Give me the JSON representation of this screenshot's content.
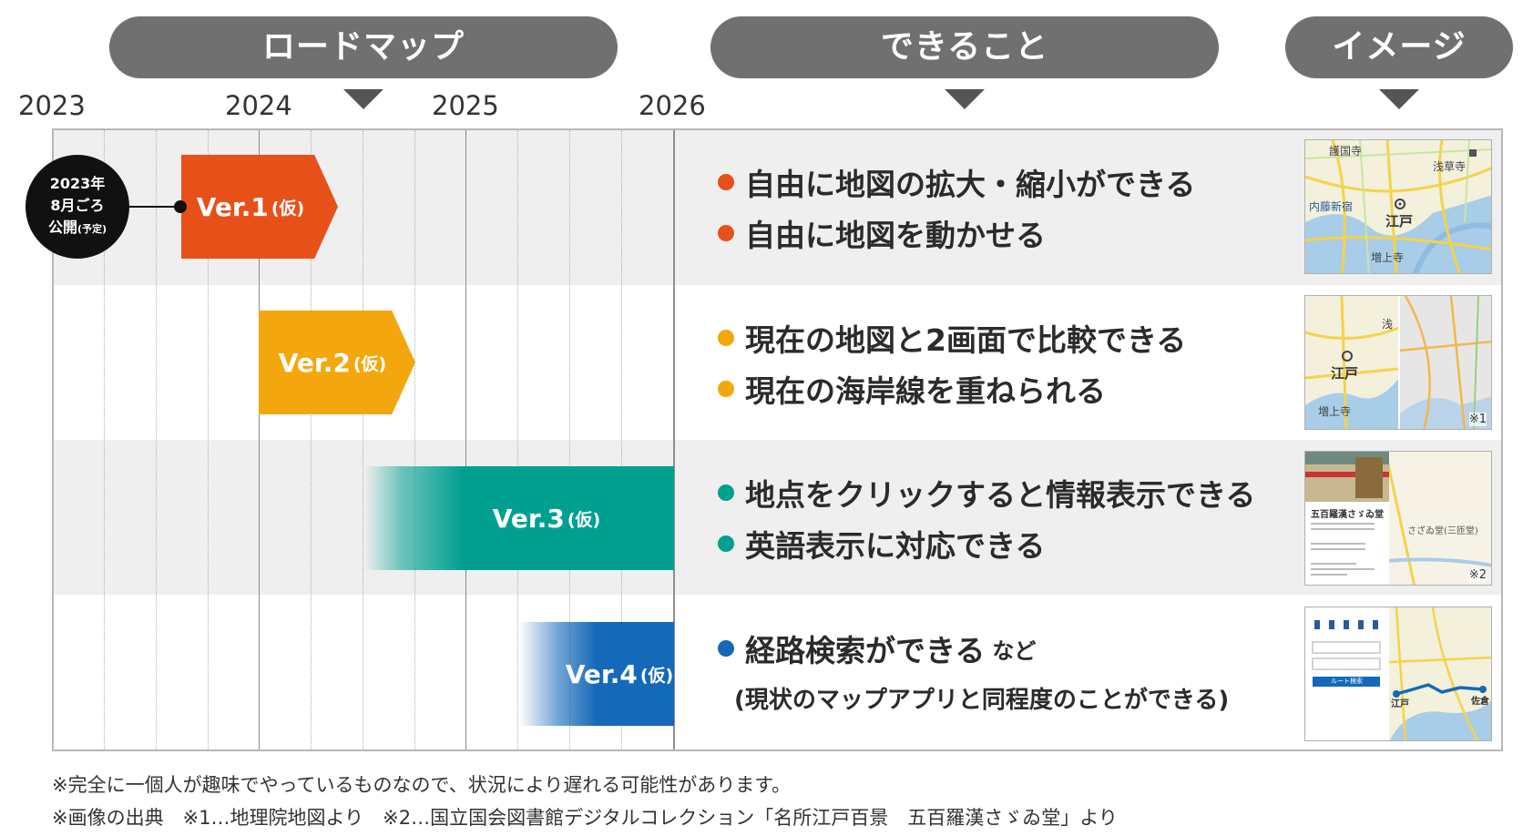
{
  "headers": {
    "roadmap": "ロードマップ",
    "features": "できること",
    "image": "イメージ"
  },
  "years": [
    "2023",
    "2024",
    "2025",
    "2026"
  ],
  "release": {
    "line1": "2023年",
    "line2": "8月ごろ",
    "line3": "公開",
    "tentative": "(予定)"
  },
  "versions": [
    {
      "name": "Ver.1",
      "suffix": "(仮)",
      "color": "#e8501a"
    },
    {
      "name": "Ver.2",
      "suffix": "(仮)",
      "color": "#f4a70d"
    },
    {
      "name": "Ver.3",
      "suffix": "(仮)",
      "color": "#00a091"
    },
    {
      "name": "Ver.4",
      "suffix": "(仮)",
      "color": "#1469b9"
    }
  ],
  "features": {
    "v1": [
      "自由に地図の拡大・縮小ができる",
      "自由に地図を動かせる"
    ],
    "v2": [
      "現在の地図と2画面で比較できる",
      "現在の海岸線を重ねられる"
    ],
    "v3": [
      "地点をクリックすると情報表示できる",
      "英語表示に対応できる"
    ],
    "v4": [
      "経路検索ができる"
    ],
    "v4_suffix": "など",
    "v4_note": "(現状のマップアプリと同程度のことができる)"
  },
  "thumbnails": {
    "t1": {
      "labels": [
        "護国寺",
        "浅草寺",
        "内藤新宿",
        "江戸",
        "増上寺"
      ]
    },
    "t2": {
      "labels": [
        "江戸",
        "増上寺",
        "浅"
      ],
      "note": "※1"
    },
    "t3": {
      "title": "五百羅漢さゞゐ堂",
      "map_label": "さざゐ堂(三匝堂)",
      "note": "※2"
    },
    "t4": {
      "button": "ルート検索",
      "labels": [
        "江戸",
        "佐倉"
      ]
    }
  },
  "footnotes": {
    "line1": "※完全に一個人が趣味でやっているものなので、状況により遅れる可能性があります。",
    "line2": "※画像の出典　※1…地理院地図より　※2…国立国会図書館デジタルコレクション「名所江戸百景　五百羅漢さゞゐ堂」より"
  }
}
